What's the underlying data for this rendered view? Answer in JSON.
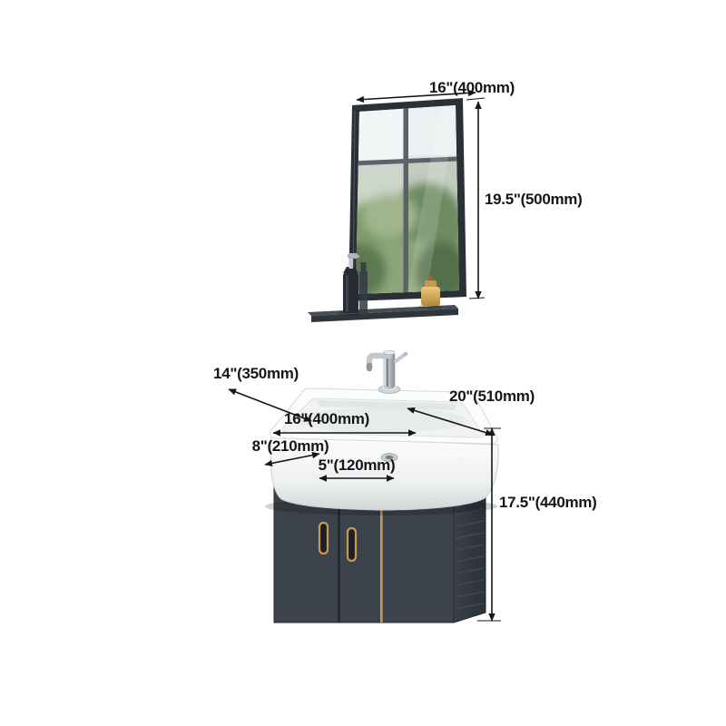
{
  "labels": {
    "mirror_width": "16\"(400mm)",
    "mirror_height": "19.5\"(500mm)",
    "sink_depth": "14\"(350mm)",
    "sink_width": "20\"(510mm)",
    "basin_width": "16\"(400mm)",
    "basin_depth": "8\"(210mm)",
    "drain_offset": "5\"(120mm)",
    "cabinet_height": "17.5\"(440mm)"
  },
  "colors": {
    "background": "#ffffff",
    "dimension-line": "#15161a",
    "cabinet-dark": "#3d434c",
    "cabinet-side": "#31373f",
    "gold-accent": "#c59c4f",
    "sink-white": "#fbfcfc",
    "mirror-frame": "#2b3036",
    "foliage-green": "#7a9a66",
    "chrome": "#c3c8cd"
  }
}
